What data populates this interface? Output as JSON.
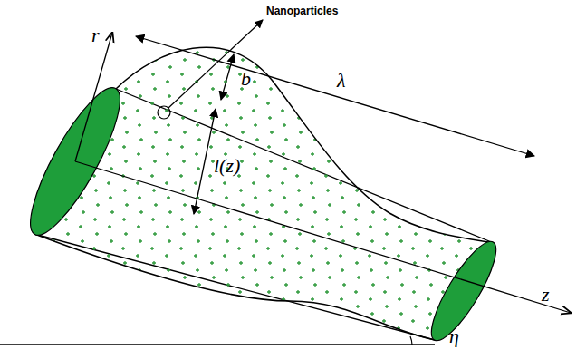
{
  "diagram": {
    "labels": [
      "Nanoparticles",
      "r",
      "λ",
      "b",
      "l(z)",
      "z",
      "η"
    ]
  }
}
